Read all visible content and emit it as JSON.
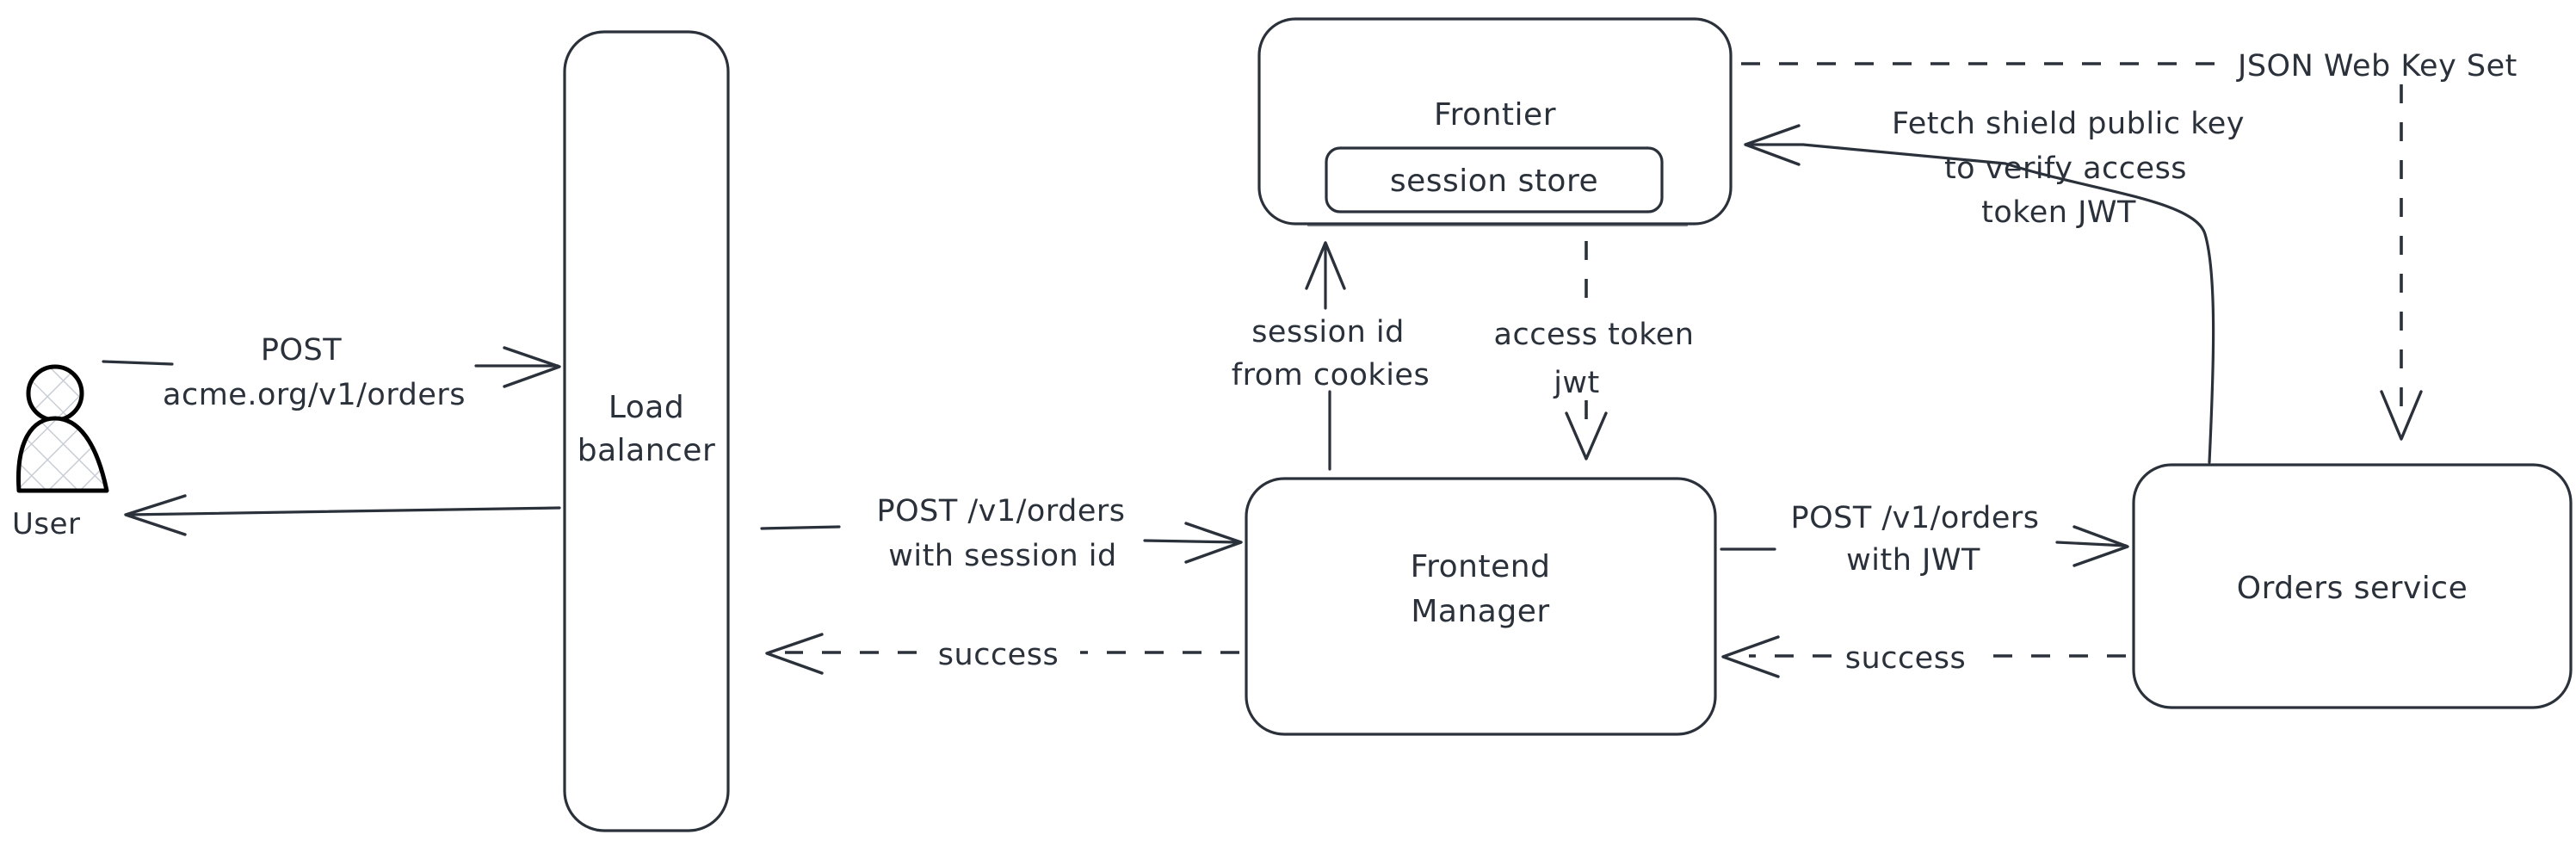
{
  "diagram": {
    "title": "Request flow with session store and JWT verification",
    "background_color": "#ffffff",
    "stroke_color": "#2b313a",
    "text_color": "#2b313a",
    "hatch_color": "#c9ced6"
  },
  "actors": {
    "user": {
      "label": "User",
      "icon": "person-icon"
    }
  },
  "nodes": {
    "load_balancer": {
      "line1": "Load",
      "line2": "balancer"
    },
    "frontier": {
      "label": "Frontier",
      "session_store": {
        "label": "session store"
      }
    },
    "frontend_manager": {
      "line1": "Frontend",
      "line2": "Manager"
    },
    "orders_service": {
      "label": "Orders service"
    }
  },
  "edges": {
    "user_to_lb": {
      "line1": "POST",
      "line2": "acme.org/v1/orders",
      "style": "solid",
      "direction": "right"
    },
    "lb_to_user": {
      "label": "",
      "style": "solid",
      "direction": "left"
    },
    "lb_to_fm": {
      "line1": "POST /v1/orders",
      "line2": "with session id",
      "style": "solid",
      "direction": "right"
    },
    "fm_to_lb": {
      "label": "success",
      "style": "dashed",
      "direction": "left"
    },
    "fm_to_orders": {
      "line1": "POST /v1/orders",
      "line2": "with JWT",
      "style": "solid",
      "direction": "right"
    },
    "orders_to_fm": {
      "label": "success",
      "style": "dashed",
      "direction": "left"
    },
    "fm_to_frontier": {
      "line1": "session id",
      "line2": "from cookies",
      "style": "solid",
      "direction": "up"
    },
    "frontier_to_fm": {
      "line1": "access token",
      "line2": "jwt",
      "style": "dashed",
      "direction": "down"
    },
    "orders_to_frontier": {
      "line1": "Fetch shield public key",
      "line2": "to verify access",
      "line3": "token JWT",
      "style": "solid",
      "direction": "left"
    },
    "frontier_to_orders_jwks": {
      "label": "JSON Web Key Set",
      "style": "dashed",
      "direction": "down"
    }
  }
}
